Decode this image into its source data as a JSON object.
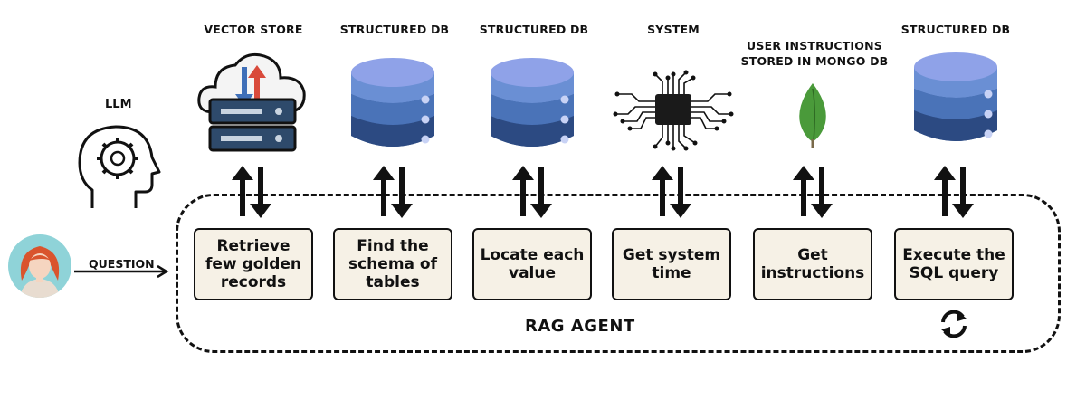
{
  "llm_label": "LLM",
  "question_label": "QUESTION",
  "agent_label": "RAG AGENT",
  "headers": {
    "vector_store": "VECTOR STORE",
    "structured_db_1": "STRUCTURED DB",
    "structured_db_2": "STRUCTURED DB",
    "system": "SYSTEM",
    "user_instructions_line1": "USER INSTRUCTIONS",
    "user_instructions_line2": "STORED IN MONGO DB",
    "structured_db_3": "STRUCTURED DB"
  },
  "steps": {
    "retrieve": "Retrieve few golden records",
    "schema": "Find the schema of tables",
    "locate": "Locate each value",
    "time": "Get system time",
    "instructions": "Get instructions",
    "execute": "Execute the SQL query"
  },
  "colors": {
    "db_top": "#8fa2e8",
    "db_mid": "#4a73b8",
    "db_low": "#3a5f9c",
    "db_bottom": "#2c4a82",
    "box_fill": "#f6f1e6",
    "mongo_leaf": "#4a9a3a",
    "avatar_bg": "#8fd3d8",
    "hair": "#d9542d"
  },
  "icons": [
    "brain-head-icon",
    "user-avatar-icon",
    "cloud-server-icon",
    "database-icon",
    "cpu-chip-icon",
    "mongodb-leaf-icon",
    "arrow-up-down-icon",
    "refresh-icon"
  ]
}
